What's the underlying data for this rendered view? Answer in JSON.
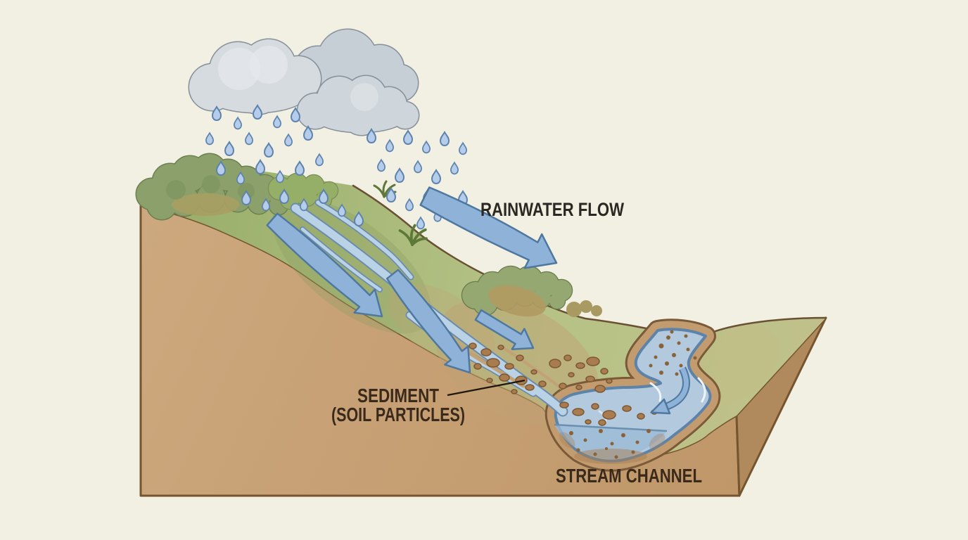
{
  "diagram": {
    "labels": {
      "rainwater_flow": "RAINWATER FLOW",
      "sediment_line1": "SEDIMENT",
      "sediment_line2": "(SOIL PARTICLES)",
      "stream_channel": "STREAM CHANNEL"
    },
    "colors": {
      "background": "#f2efe3",
      "soil_front": "#c7a077",
      "soil_side": "#b0895c",
      "soil_outline": "#74552f",
      "grass_left": "#97ad68",
      "grass_right": "#c0c18a",
      "bush_fill": "#8ca06c",
      "bush_outline": "#6d8050",
      "water_fill": "#b2c9de",
      "water_outline": "#5d83a8",
      "bank_tan": "#c29b6f",
      "bank_outline": "#7a5a38",
      "arrow_fill": "#8fb3d8",
      "arrow_outline": "#4f78a0",
      "cloud_fill": "#d2d9de",
      "cloud_outline": "#87919a",
      "rain_fill": "#b5cdea",
      "rain_outline": "#5d83ad",
      "sediment_fill": "#a97c4f",
      "sediment_outline": "#7c5733",
      "label_dark": "#2b2824",
      "label_brown": "#3a2a1b"
    }
  }
}
